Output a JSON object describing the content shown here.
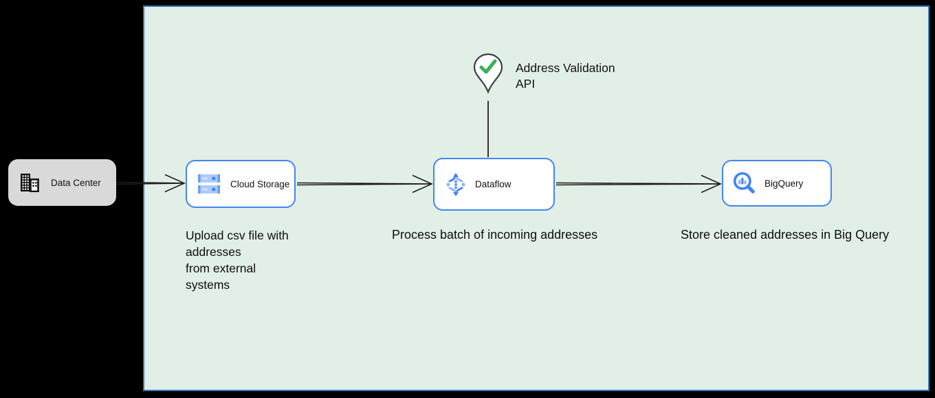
{
  "diagram": {
    "nodes": [
      {
        "label": "Data Center",
        "icon": "building-icon"
      },
      {
        "label": "Cloud Storage",
        "icon": "cloud-storage-icon"
      },
      {
        "label": "Dataflow",
        "icon": "dataflow-icon"
      },
      {
        "label": "BigQuery",
        "icon": "bigquery-icon"
      }
    ],
    "annotation": {
      "icon": "pin-check-icon",
      "label_lines": [
        "Address Validation",
        "API"
      ]
    },
    "captions": {
      "upload_lines": [
        "Upload csv file with",
        "addresses",
        "from external",
        "systems"
      ],
      "process": "Process batch of incoming addresses",
      "store": "Store cleaned addresses in Big Query"
    },
    "colors": {
      "page_background": "#000000",
      "board_fill": "#e2efe6",
      "board_border": "#3377bd",
      "node_border_blue": "#4285f4",
      "data_center_fill": "#d9d9d9",
      "arrow": "#1c1c1c",
      "check_green": "#3fae5a",
      "pin_outline": "#3c4043"
    }
  }
}
